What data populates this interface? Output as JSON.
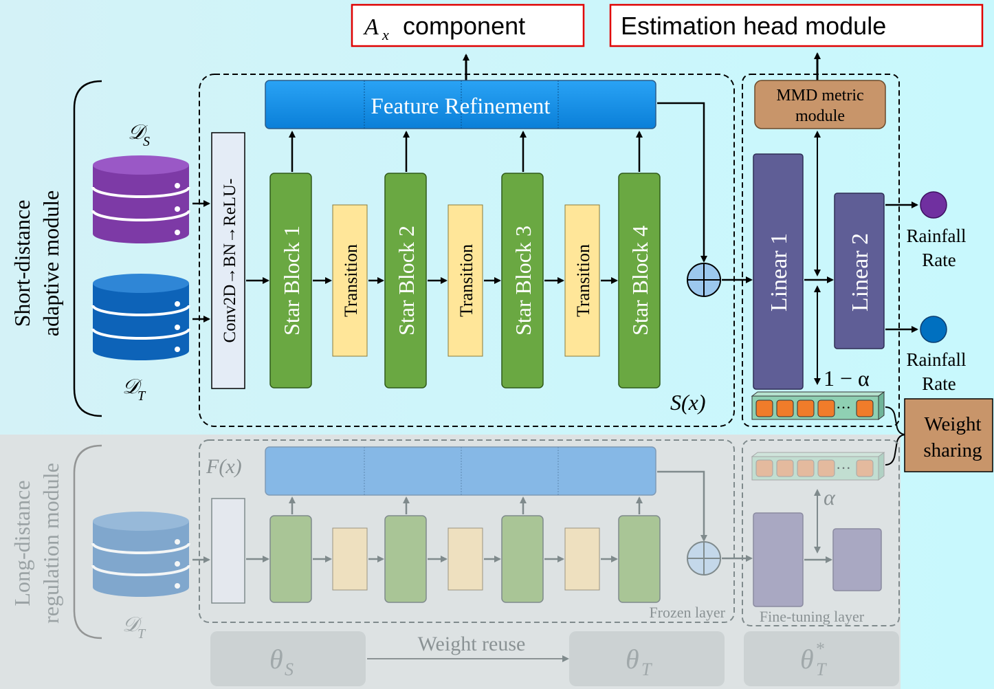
{
  "top_labels": {
    "ax_symbol": "A",
    "ax_subscript": "x",
    "ax_text": "component",
    "estimation": "Estimation head module"
  },
  "short_module": {
    "label_line1": "Short-distance",
    "label_line2": "adaptive module",
    "ds_symbol": "𝒟",
    "ds_subscript": "S",
    "dt_symbol": "𝒟",
    "dt_subscript": "T"
  },
  "pipeline": {
    "conv": "Conv2D→BN→ReLU-",
    "feature_refinement": "Feature Refinement",
    "blocks": [
      "Star Block 1",
      "Star Block 2",
      "Star Block 3",
      "Star Block 4"
    ],
    "transition": "Transition",
    "sx": "S(x)"
  },
  "head": {
    "mmd_line1": "MMD metric",
    "mmd_line2": "module",
    "linear1": "Linear 1",
    "linear2": "Linear 2",
    "one_minus_alpha": "1 − α",
    "output1_line1": "Rainfall",
    "output1_line2": "Rate",
    "output2_line1": "Rainfall",
    "output2_line2": "Rate",
    "weight_sharing_line1": "Weight",
    "weight_sharing_line2": "sharing",
    "alpha": "α",
    "dots": "···"
  },
  "long_module": {
    "label_line1": "Long-distance",
    "label_line2": "regulation module",
    "fx": "F(x)",
    "dt_symbol": "𝒟",
    "dt_subscript": "T",
    "frozen": "Frozen layer",
    "finetune": "Fine-tuning layer"
  },
  "bottom": {
    "theta_s": "θ",
    "theta_s_sub": "S",
    "weight_reuse": "Weight reuse",
    "theta_t": "θ",
    "theta_t_sub": "T",
    "theta_t_star": "θ",
    "theta_t_star_sub": "T",
    "theta_t_star_sup": "*"
  },
  "colors": {
    "star_block": "#6aa842",
    "transition": "#ffe699",
    "feature_refinement": "#1f9bf0",
    "linear": "#5f5e96",
    "mmd": "#c8956a",
    "weight_sharing": "#c8956a",
    "output_purple": "#7030a0",
    "output_blue": "#0070c0",
    "highlight_box": "#e00000"
  }
}
